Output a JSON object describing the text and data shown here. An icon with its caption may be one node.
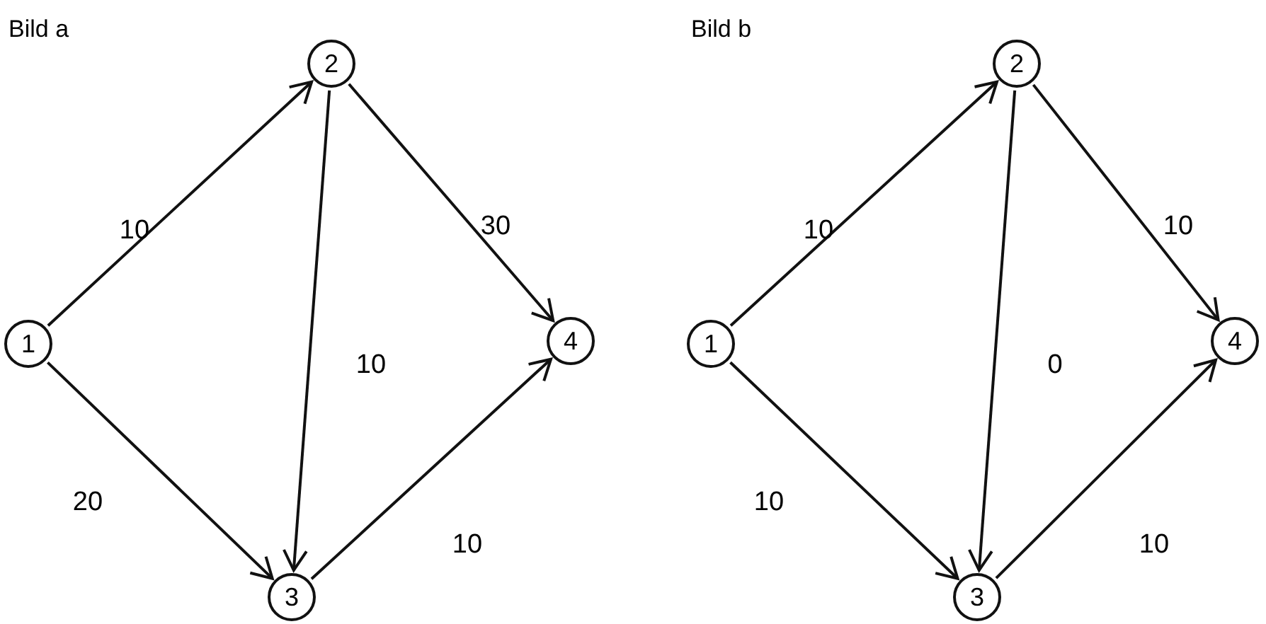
{
  "diagram": {
    "nodes": [
      {
        "text": [
          "1"
        ]
      },
      {
        "text": [
          "2"
        ]
      },
      {
        "text": [
          "3"
        ]
      },
      {
        "text": [
          "4"
        ]
      },
      {
        "text": [
          "1"
        ]
      },
      {
        "text": [
          "2"
        ]
      },
      {
        "text": [
          "3"
        ]
      },
      {
        "text": [
          "4"
        ]
      }
    ],
    "edges": [
      {
        "from": 0,
        "to": 1,
        "arrow": "to",
        "label": "10"
      },
      {
        "from": 0,
        "to": 2,
        "arrow": "to",
        "label": "20"
      },
      {
        "from": 1,
        "to": 2,
        "arrow": "to",
        "label": "10"
      },
      {
        "from": 1,
        "to": 3,
        "arrow": "to",
        "label": "30"
      },
      {
        "from": 2,
        "to": 3,
        "arrow": "to",
        "label": "10"
      },
      {
        "from": 4,
        "to": 5,
        "arrow": "to",
        "label": "10"
      },
      {
        "from": 4,
        "to": 6,
        "arrow": "to",
        "label": "10"
      },
      {
        "from": 5,
        "to": 6,
        "arrow": "to",
        "label": "0"
      },
      {
        "from": 5,
        "to": 7,
        "arrow": "to",
        "label": "10"
      },
      {
        "from": 6,
        "to": 7,
        "arrow": "to",
        "label": "10"
      }
    ],
    "labels": [
      "Bild a",
      "Bild b"
    ]
  }
}
